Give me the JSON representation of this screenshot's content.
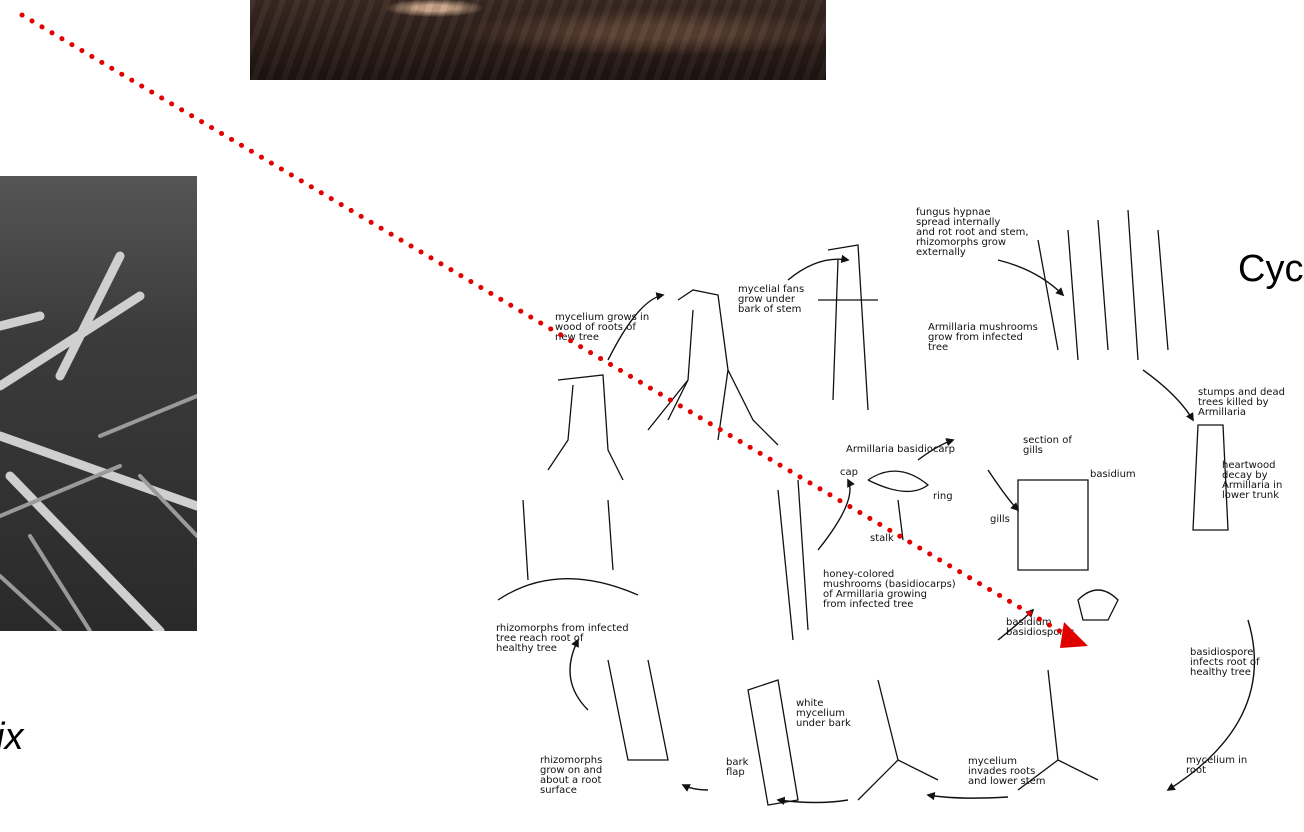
{
  "slide": {
    "caption_left": "ix",
    "cycle_label": "Cyc"
  },
  "diagram": {
    "labels": {
      "l01": "fungus hypnae\nspread internally\nand rot root and stem,\nrhizomorphs grow\nexternally",
      "l02": "mycelial fans\ngrow under\nbark of stem",
      "l03": "mycelium grows in\nwood of roots of\nnew tree",
      "l04": "Armillaria mushrooms\ngrow from infected\ntree",
      "l05": "stumps and dead\ntrees killed by\nArmillaria",
      "l06": "Armillaria basidiocarp",
      "l07": "section of\ngills",
      "l08": "basidium",
      "l09": "cap",
      "l10": "ring",
      "l11": "gills",
      "l12": "stalk",
      "l13": "heartwood\ndecay by\nArmillaria in\nlower trunk",
      "l14": "honey-colored\nmushrooms (basidiocarps)\nof Armillaria growing\nfrom infected tree",
      "l15": "basidium\nbasidiospores",
      "l16": "rhizomorphs from infected\ntree reach root of\nhealthy tree",
      "l17": "basidiospore\ninfects root of\nhealthy tree",
      "l18": "white\nmycelium\nunder bark",
      "l19": "bark\nflap",
      "l20": "rhizomorphs\ngrow on and\nabout a root\nsurface",
      "l21": "mycelium\ninvades roots\nand lower stem",
      "l22": "mycelium in\nroot"
    }
  },
  "colors": {
    "pointer": "#e00000",
    "ink": "#111111"
  }
}
